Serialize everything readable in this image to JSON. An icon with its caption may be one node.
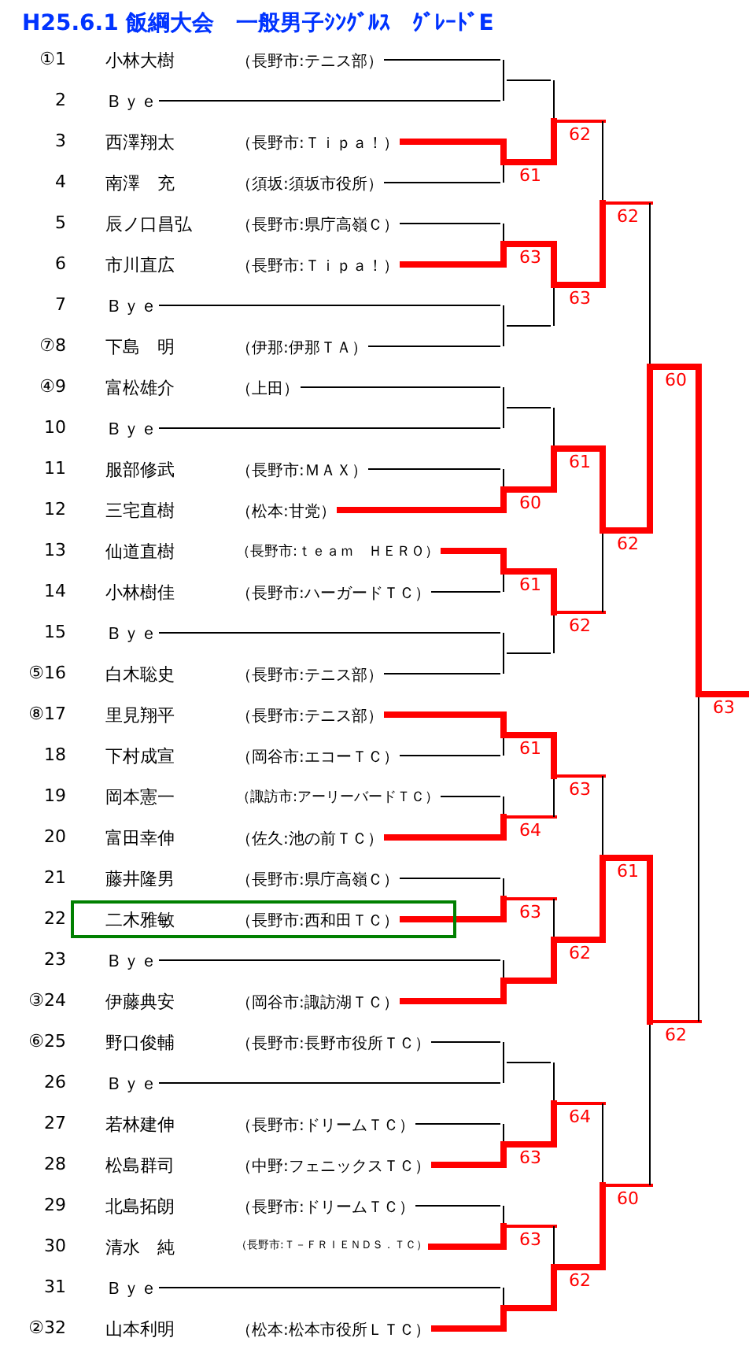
{
  "diagram": {
    "title": "H25.6.1 飯綱大会　一般男子ｼﾝｸﾞﾙｽ　ｸﾞﾚｰﾄﾞE",
    "nodes": [
      {
        "text": [
          "①1",
          "小林大樹",
          "（長野市:テニス部）"
        ]
      },
      {
        "text": [
          "2",
          "Ｂｙｅ"
        ]
      },
      {
        "text": [
          "3",
          "西澤翔太",
          "（長野市:Ｔｉｐａ！）"
        ]
      },
      {
        "text": [
          "4",
          "南澤　充",
          "（須坂:須坂市役所）"
        ]
      },
      {
        "text": [
          "5",
          "辰ノ口昌弘",
          "（長野市:県庁高嶺Ｃ）"
        ]
      },
      {
        "text": [
          "6",
          "市川直広",
          "（長野市:Ｔｉｐａ！）"
        ]
      },
      {
        "text": [
          "7",
          "Ｂｙｅ"
        ]
      },
      {
        "text": [
          "⑦8",
          "下島　明",
          "（伊那:伊那ＴＡ）"
        ]
      },
      {
        "text": [
          "④9",
          "富松雄介",
          "（上田）"
        ]
      },
      {
        "text": [
          "10",
          "Ｂｙｅ"
        ]
      },
      {
        "text": [
          "11",
          "服部修武",
          "（長野市:ＭＡＸ）"
        ]
      },
      {
        "text": [
          "12",
          "三宅直樹",
          "（松本:甘党）"
        ]
      },
      {
        "text": [
          "13",
          "仙道直樹",
          "（長野市:ｔｅａｍ　ＨＥＲＯ）"
        ]
      },
      {
        "text": [
          "14",
          "小林樹佳",
          "（長野市:ハーガードＴＣ）"
        ]
      },
      {
        "text": [
          "15",
          "Ｂｙｅ"
        ]
      },
      {
        "text": [
          "⑤16",
          "白木聡史",
          "（長野市:テニス部）"
        ]
      },
      {
        "text": [
          "⑧17",
          "里見翔平",
          "（長野市:テニス部）"
        ]
      },
      {
        "text": [
          "18",
          "下村成宣",
          "（岡谷市:エコーＴＣ）"
        ]
      },
      {
        "text": [
          "19",
          "岡本憲一",
          "（諏訪市:アーリーバードＴＣ）"
        ]
      },
      {
        "text": [
          "20",
          "富田幸伸",
          "（佐久:池の前ＴＣ）"
        ]
      },
      {
        "text": [
          "21",
          "藤井隆男",
          "（長野市:県庁高嶺Ｃ）"
        ]
      },
      {
        "text": [
          "22",
          "二木雅敏",
          "（長野市:西和田ＴＣ）"
        ]
      },
      {
        "text": [
          "23",
          "Ｂｙｅ"
        ]
      },
      {
        "text": [
          "③24",
          "伊藤典安",
          "（岡谷市:諏訪湖ＴＣ）"
        ]
      },
      {
        "text": [
          "⑥25",
          "野口俊輔",
          "（長野市:長野市役所ＴＣ）"
        ]
      },
      {
        "text": [
          "26",
          "Ｂｙｅ"
        ]
      },
      {
        "text": [
          "27",
          "若林建伸",
          "（長野市:ドリームＴＣ）"
        ]
      },
      {
        "text": [
          "28",
          "松島群司",
          "（中野:フェニックスＴＣ）"
        ]
      },
      {
        "text": [
          "29",
          "北島拓朗",
          "（長野市:ドリームＴＣ）"
        ]
      },
      {
        "text": [
          "30",
          "清水　純",
          "（長野市:Ｔ－ＦＲＩＥＮＤＳ．ＴＣ）"
        ]
      },
      {
        "text": [
          "31",
          "Ｂｙｅ"
        ]
      },
      {
        "text": [
          "②32",
          "山本利明",
          "（松本:松本市役所ＬＴＣ）"
        ]
      },
      {
        "text": [],
        "shape": "bar"
      },
      {
        "text": [],
        "shape": "bar"
      },
      {
        "text": [],
        "shape": "bar"
      },
      {
        "text": [],
        "shape": "bar"
      },
      {
        "text": [],
        "shape": "bar"
      },
      {
        "text": [],
        "shape": "bar"
      },
      {
        "text": [],
        "shape": "bar"
      },
      {
        "text": [],
        "shape": "bar"
      },
      {
        "text": [],
        "shape": "bar"
      },
      {
        "text": [],
        "shape": "bar"
      },
      {
        "text": [],
        "shape": "bar"
      },
      {
        "text": [],
        "shape": "bar"
      },
      {
        "text": [],
        "shape": "bar"
      },
      {
        "text": [],
        "shape": "bar"
      },
      {
        "text": [],
        "shape": "bar"
      },
      {
        "text": [],
        "shape": "bar"
      },
      {
        "text": [],
        "shape": "bar"
      },
      {
        "text": [],
        "shape": "bar"
      },
      {
        "text": [],
        "shape": "bar"
      },
      {
        "text": [],
        "shape": "bar"
      },
      {
        "text": [],
        "shape": "bar"
      },
      {
        "text": [],
        "shape": "bar"
      },
      {
        "text": [],
        "shape": "bar"
      },
      {
        "text": [],
        "shape": "bar"
      },
      {
        "text": [],
        "shape": "bar"
      },
      {
        "text": [],
        "shape": "bar"
      },
      {
        "text": [],
        "shape": "bar"
      },
      {
        "text": [],
        "shape": "bar"
      },
      {
        "text": [],
        "shape": "bar"
      },
      {
        "text": [],
        "shape": "bar"
      },
      {
        "text": [],
        "shape": "bar"
      }
    ],
    "edges": [
      {
        "from": 0,
        "to": 32,
        "arrow": "none",
        "color": "#000000"
      },
      {
        "from": 1,
        "to": 32,
        "arrow": "none",
        "color": "#000000"
      },
      {
        "from": 2,
        "to": 33,
        "arrow": "none",
        "style": "thick",
        "color": "#ff0000"
      },
      {
        "from": 3,
        "to": 33,
        "arrow": "none",
        "color": "#000000"
      },
      {
        "from": 4,
        "to": 34,
        "arrow": "none",
        "color": "#000000"
      },
      {
        "from": 5,
        "to": 34,
        "arrow": "none",
        "style": "thick",
        "color": "#ff0000"
      },
      {
        "from": 6,
        "to": 35,
        "arrow": "none",
        "color": "#000000"
      },
      {
        "from": 7,
        "to": 35,
        "arrow": "none",
        "color": "#000000"
      },
      {
        "from": 8,
        "to": 36,
        "arrow": "none",
        "color": "#000000"
      },
      {
        "from": 9,
        "to": 36,
        "arrow": "none",
        "color": "#000000"
      },
      {
        "from": 10,
        "to": 37,
        "arrow": "none",
        "color": "#000000"
      },
      {
        "from": 11,
        "to": 37,
        "arrow": "none",
        "style": "thick",
        "color": "#ff0000"
      },
      {
        "from": 12,
        "to": 38,
        "arrow": "none",
        "style": "thick",
        "color": "#ff0000"
      },
      {
        "from": 13,
        "to": 38,
        "arrow": "none",
        "color": "#000000"
      },
      {
        "from": 14,
        "to": 39,
        "arrow": "none",
        "color": "#000000"
      },
      {
        "from": 15,
        "to": 39,
        "arrow": "none",
        "color": "#000000"
      },
      {
        "from": 16,
        "to": 40,
        "arrow": "none",
        "style": "thick",
        "color": "#ff0000"
      },
      {
        "from": 17,
        "to": 40,
        "arrow": "none",
        "color": "#000000"
      },
      {
        "from": 18,
        "to": 41,
        "arrow": "none",
        "color": "#000000"
      },
      {
        "from": 19,
        "to": 41,
        "arrow": "none",
        "style": "thick",
        "color": "#ff0000"
      },
      {
        "from": 20,
        "to": 42,
        "arrow": "none",
        "color": "#000000"
      },
      {
        "from": 21,
        "to": 42,
        "arrow": "none",
        "style": "thick",
        "color": "#ff0000"
      },
      {
        "from": 22,
        "to": 43,
        "arrow": "none",
        "color": "#000000"
      },
      {
        "from": 23,
        "to": 43,
        "arrow": "none",
        "style": "thick",
        "color": "#ff0000"
      },
      {
        "from": 24,
        "to": 44,
        "arrow": "none",
        "color": "#000000"
      },
      {
        "from": 25,
        "to": 44,
        "arrow": "none",
        "color": "#000000"
      },
      {
        "from": 26,
        "to": 45,
        "arrow": "none",
        "color": "#000000"
      },
      {
        "from": 27,
        "to": 45,
        "arrow": "none",
        "style": "thick",
        "color": "#ff0000"
      },
      {
        "from": 28,
        "to": 46,
        "arrow": "none",
        "color": "#000000"
      },
      {
        "from": 29,
        "to": 46,
        "arrow": "none",
        "style": "thick",
        "color": "#ff0000"
      },
      {
        "from": 30,
        "to": 47,
        "arrow": "none",
        "color": "#000000"
      },
      {
        "from": 31,
        "to": 47,
        "arrow": "none",
        "style": "thick",
        "color": "#ff0000"
      },
      {
        "from": 32,
        "to": 48,
        "arrow": "none",
        "color": "#000000"
      },
      {
        "from": 33,
        "to": 48,
        "arrow": "none",
        "label": "61",
        "style": "thick",
        "color": "#ff0000"
      },
      {
        "from": 34,
        "to": 49,
        "arrow": "none",
        "label": "63",
        "style": "thick",
        "color": "#ff0000"
      },
      {
        "from": 35,
        "to": 49,
        "arrow": "none",
        "color": "#000000"
      },
      {
        "from": 36,
        "to": 50,
        "arrow": "none",
        "color": "#000000"
      },
      {
        "from": 37,
        "to": 50,
        "arrow": "none",
        "label": "60",
        "style": "thick",
        "color": "#ff0000"
      },
      {
        "from": 38,
        "to": 51,
        "arrow": "none",
        "label": "61",
        "style": "thick",
        "color": "#ff0000"
      },
      {
        "from": 39,
        "to": 51,
        "arrow": "none",
        "color": "#000000"
      },
      {
        "from": 40,
        "to": 52,
        "arrow": "none",
        "label": "61",
        "style": "thick",
        "color": "#ff0000"
      },
      {
        "from": 41,
        "to": 52,
        "arrow": "none",
        "label": "64",
        "color": "#ff0000"
      },
      {
        "from": 42,
        "to": 53,
        "arrow": "none",
        "label": "63",
        "color": "#ff0000"
      },
      {
        "from": 43,
        "to": 53,
        "arrow": "none",
        "style": "thick",
        "color": "#ff0000"
      },
      {
        "from": 44,
        "to": 54,
        "arrow": "none",
        "color": "#000000"
      },
      {
        "from": 45,
        "to": 54,
        "arrow": "none",
        "label": "63",
        "style": "thick",
        "color": "#ff0000"
      },
      {
        "from": 46,
        "to": 55,
        "arrow": "none",
        "label": "63",
        "color": "#ff0000"
      },
      {
        "from": 47,
        "to": 55,
        "arrow": "none",
        "style": "thick",
        "color": "#ff0000"
      },
      {
        "from": 48,
        "to": 56,
        "arrow": "none",
        "label": "62",
        "color": "#ff0000"
      },
      {
        "from": 49,
        "to": 56,
        "arrow": "none",
        "label": "63",
        "style": "thick",
        "color": "#ff0000"
      },
      {
        "from": 50,
        "to": 57,
        "arrow": "none",
        "label": "61",
        "style": "thick",
        "color": "#ff0000"
      },
      {
        "from": 51,
        "to": 57,
        "arrow": "none",
        "label": "62",
        "color": "#ff0000"
      },
      {
        "from": 52,
        "to": 58,
        "arrow": "none",
        "label": "63",
        "color": "#ff0000"
      },
      {
        "from": 53,
        "to": 58,
        "arrow": "none",
        "label": "62",
        "style": "thick",
        "color": "#ff0000"
      },
      {
        "from": 54,
        "to": 59,
        "arrow": "none",
        "label": "64",
        "color": "#ff0000"
      },
      {
        "from": 55,
        "to": 59,
        "arrow": "none",
        "label": "62",
        "style": "thick",
        "color": "#ff0000"
      },
      {
        "from": 56,
        "to": 60,
        "arrow": "none",
        "label": "62",
        "color": "#ff0000"
      },
      {
        "from": 57,
        "to": 60,
        "arrow": "none",
        "label": "62",
        "style": "thick",
        "color": "#ff0000"
      },
      {
        "from": 58,
        "to": 61,
        "arrow": "none",
        "label": "61",
        "style": "thick",
        "color": "#ff0000"
      },
      {
        "from": 59,
        "to": 61,
        "arrow": "none",
        "label": "60",
        "color": "#ff0000"
      },
      {
        "from": 60,
        "to": 62,
        "arrow": "none",
        "label": "60",
        "style": "thick",
        "color": "#ff0000"
      },
      {
        "from": 61,
        "to": 62,
        "arrow": "none",
        "label": "62",
        "color": "#ff0000"
      },
      {
        "from": 62,
        "to": null,
        "arrow": "none",
        "label": "63",
        "style": "thick",
        "color": "#ff0000"
      }
    ]
  }
}
